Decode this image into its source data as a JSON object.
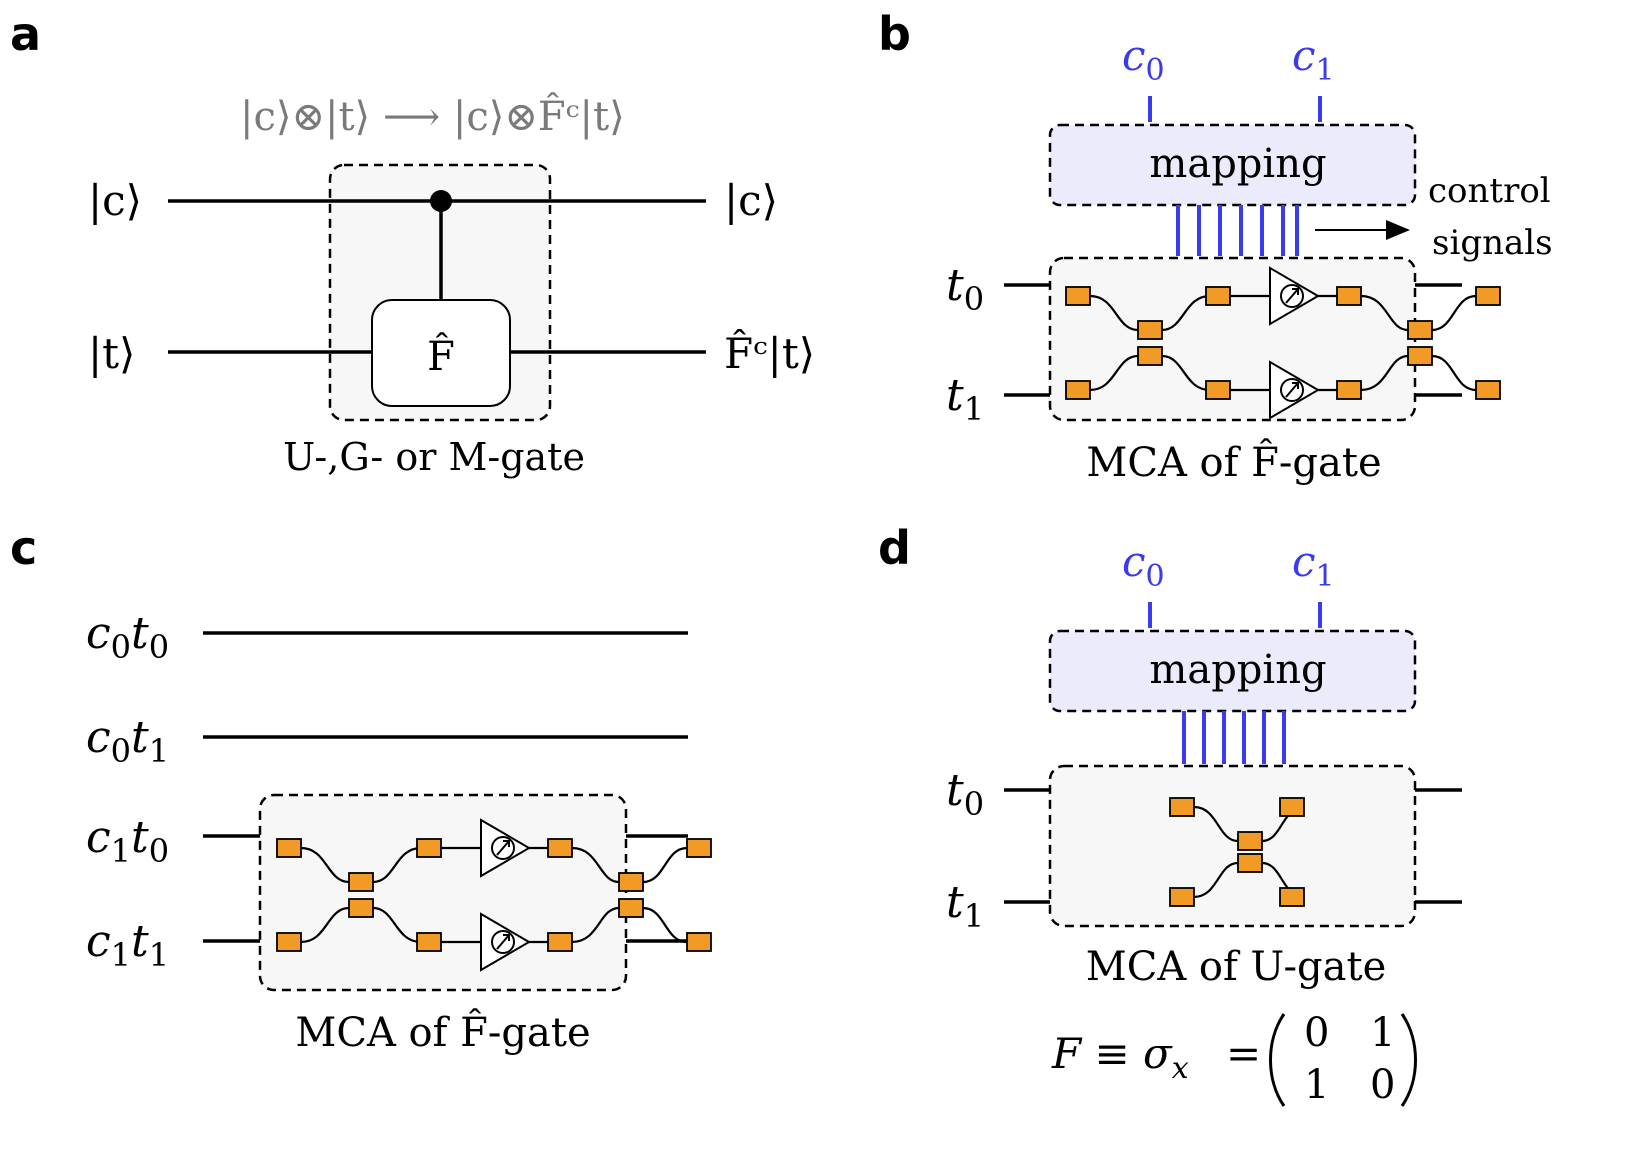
{
  "panels": {
    "a": {
      "letter": "a",
      "formula": "|c⟩⊗|t⟩ ⟶ |c⟩⊗F̂ᶜ|t⟩",
      "input_c": "|c⟩",
      "input_t": "|t⟩",
      "output_c": "|c⟩",
      "output_t": "F̂ᶜ|t⟩",
      "gate_label": "F̂",
      "caption": "U-,G- or M-gate"
    },
    "b": {
      "letter": "b",
      "control_0": "c",
      "control_0_sub": "0",
      "control_1": "c",
      "control_1_sub": "1",
      "mapping_label": "mapping",
      "control_signals_line1": "control",
      "control_signals_line2": "signals",
      "wire_t0": "t",
      "wire_t0_sub": "0",
      "wire_t1": "t",
      "wire_t1_sub": "1",
      "caption": "MCA of F̂-gate"
    },
    "c": {
      "letter": "c",
      "rows": [
        {
          "c": "c",
          "c_sub": "0",
          "t": "t",
          "t_sub": "0"
        },
        {
          "c": "c",
          "c_sub": "0",
          "t": "t",
          "t_sub": "1"
        },
        {
          "c": "c",
          "c_sub": "1",
          "t": "t",
          "t_sub": "0"
        },
        {
          "c": "c",
          "c_sub": "1",
          "t": "t",
          "t_sub": "1"
        }
      ],
      "caption": "MCA of F̂-gate"
    },
    "d": {
      "letter": "d",
      "control_0": "c",
      "control_0_sub": "0",
      "control_1": "c",
      "control_1_sub": "1",
      "mapping_label": "mapping",
      "wire_t0": "t",
      "wire_t0_sub": "0",
      "wire_t1": "t",
      "wire_t1_sub": "1",
      "caption": "MCA of U-gate",
      "equation_lhs": "F ≡ σ",
      "equation_sub": "x",
      "equation_eq": "=",
      "matrix": [
        [
          "0",
          "1"
        ],
        [
          "1",
          "0"
        ]
      ]
    }
  },
  "colors": {
    "control_blue": "#3a3aee",
    "pad_orange": "#f29a26",
    "mapping_fill": "#ebebfb",
    "formula_gray": "#7a7a7a"
  }
}
